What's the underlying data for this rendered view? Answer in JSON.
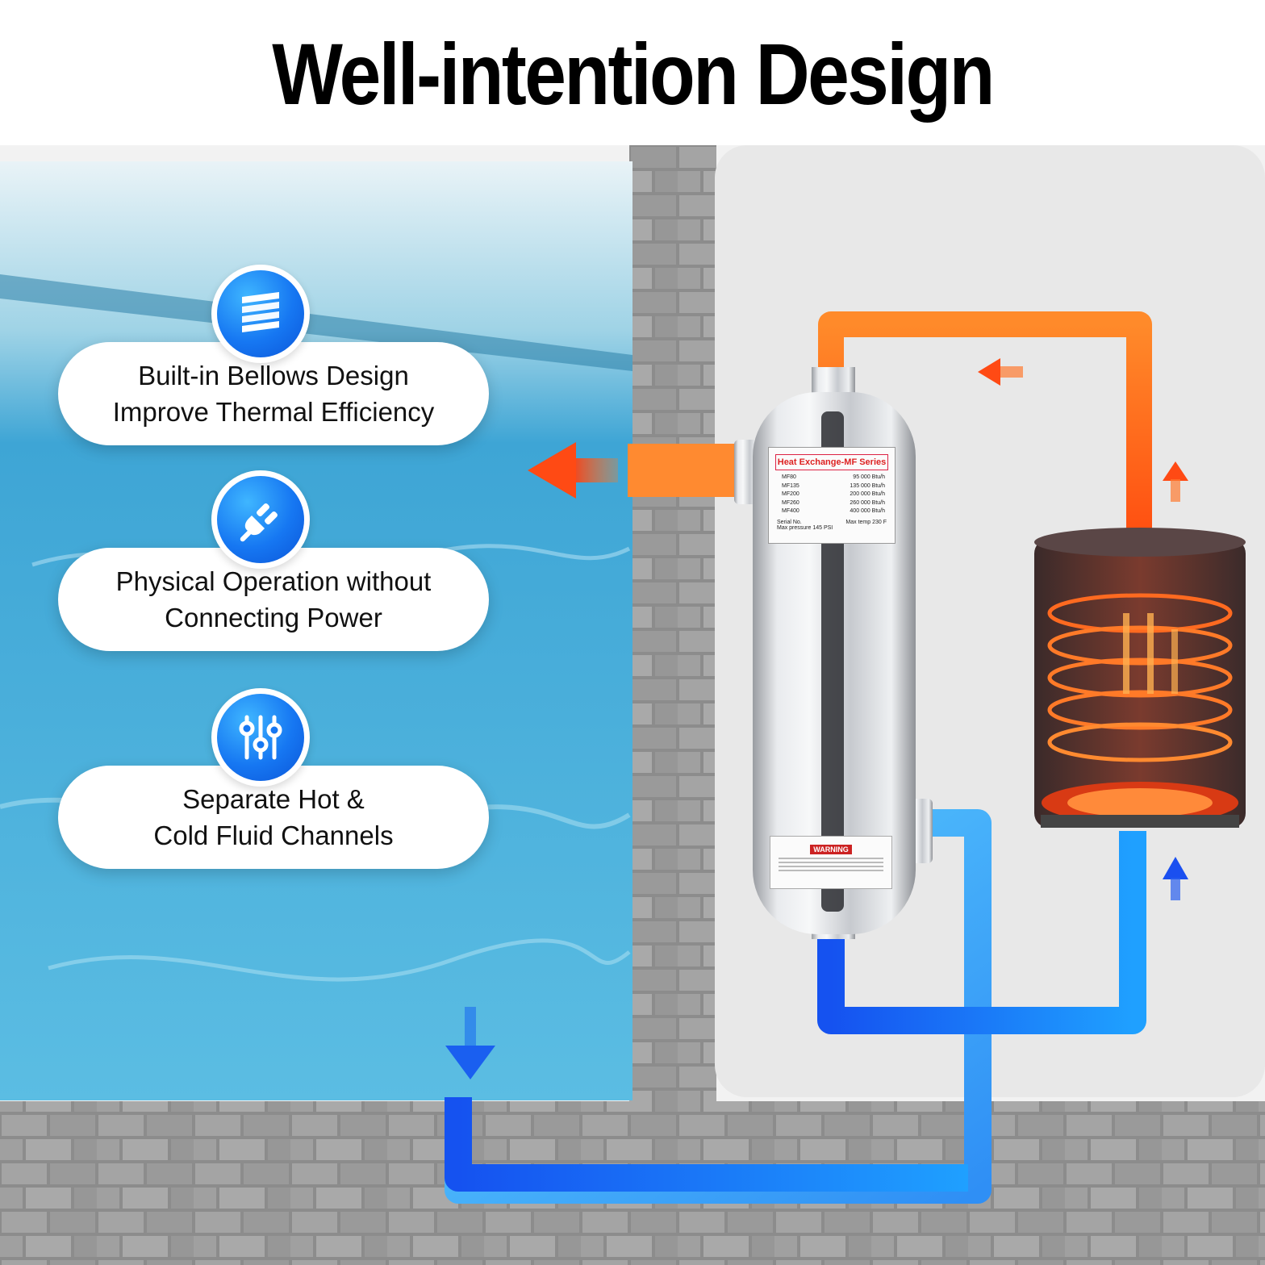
{
  "title": "Well-intention Design",
  "features": [
    {
      "line1": "Built-in Bellows Design",
      "line2": "Improve Thermal Efficiency",
      "icon": "bellows-coil-icon"
    },
    {
      "line1": "Physical Operation without",
      "line2": "Connecting Power",
      "icon": "power-plug-icon"
    },
    {
      "line1": "Separate Hot &",
      "line2": "Cold Fluid Channels",
      "icon": "sliders-icon"
    }
  ],
  "product_label": {
    "header": "Heat Exchange-MF Series",
    "models": [
      {
        "model": "MF80",
        "rating": "95 000 Btu/h"
      },
      {
        "model": "MF135",
        "rating": "135 000 Btu/h"
      },
      {
        "model": "MF200",
        "rating": "200 000 Btu/h"
      },
      {
        "model": "MF260",
        "rating": "260 000 Btu/h"
      },
      {
        "model": "MF400",
        "rating": "400 000 Btu/h"
      }
    ],
    "serial": "Serial No.",
    "max_pressure": "Max pressure 145 PSI",
    "max_temp": "Max temp 230 F"
  },
  "warning_label": {
    "header": "WARNING"
  },
  "colors": {
    "hot": "#ff6a1a",
    "cold": "#1a78f0",
    "cold_light": "#5fd3ff",
    "pool": "#3fa9d8",
    "accent_blue": "#1677f2"
  }
}
